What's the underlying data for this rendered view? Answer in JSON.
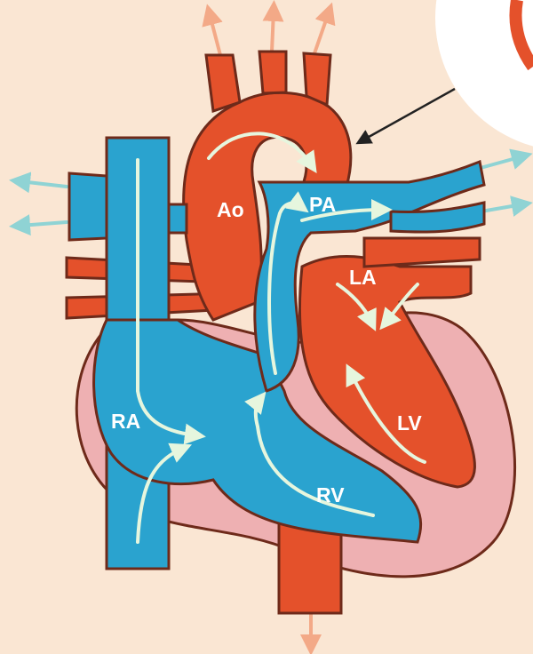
{
  "diagram": {
    "labels": {
      "aorta": "Ao",
      "pulmonary_artery": "PA",
      "left_atrium": "LA",
      "right_atrium": "RA",
      "left_ventricle": "LV",
      "right_ventricle": "RV"
    },
    "colors": {
      "background": "#fae6d3",
      "oxygenated_blood": "#e4512b",
      "deoxygenated_blood": "#2aa3cf",
      "heart_tissue": "#eeb0b2",
      "outline": "#6e2a1a",
      "flow_arrow_light": "#e6f6de",
      "outflow_arrow_orange": "#f3a987",
      "outflow_arrow_teal": "#8fd3d4",
      "callout_arrow": "#222222"
    },
    "icons": {
      "pointer": "arrow-icon",
      "flow": "flow-arrow-icon"
    }
  }
}
